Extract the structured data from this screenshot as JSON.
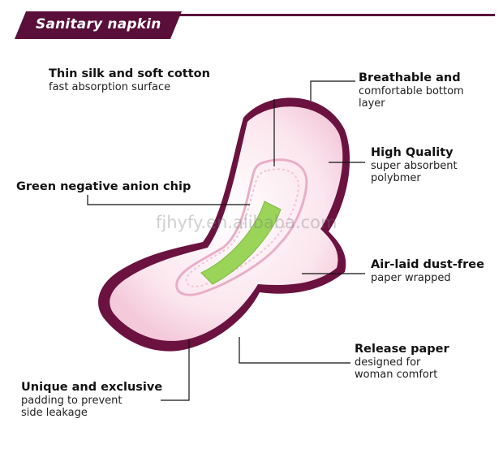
{
  "header": {
    "title": "Sanitary napkin",
    "brand_color": "#5a0f3a"
  },
  "colors": {
    "napkin_outline": "#6b1240",
    "napkin_fill": "#fbe3ec",
    "chip": "#9ad55a"
  },
  "watermark": "fjhyfy.en.alibaba.com",
  "labels": {
    "silk": {
      "title": "Thin silk and soft cotton",
      "desc": "fast absorption surface"
    },
    "breathable": {
      "title": "Breathable and",
      "desc1": "comfortable bottom",
      "desc2": "layer"
    },
    "quality": {
      "title": "High Quality",
      "desc1": "super absorbent",
      "desc2": "polybmer"
    },
    "chip": {
      "title": "Green negative anion chip"
    },
    "airlaid": {
      "title": "Air-laid dust-free",
      "desc": "paper wrapped"
    },
    "release": {
      "title": "Release paper",
      "desc1": "designed for",
      "desc2": "woman comfort"
    },
    "unique": {
      "title": "Unique and exclusive",
      "desc1": "padding to prevent",
      "desc2": "side leakage"
    }
  }
}
